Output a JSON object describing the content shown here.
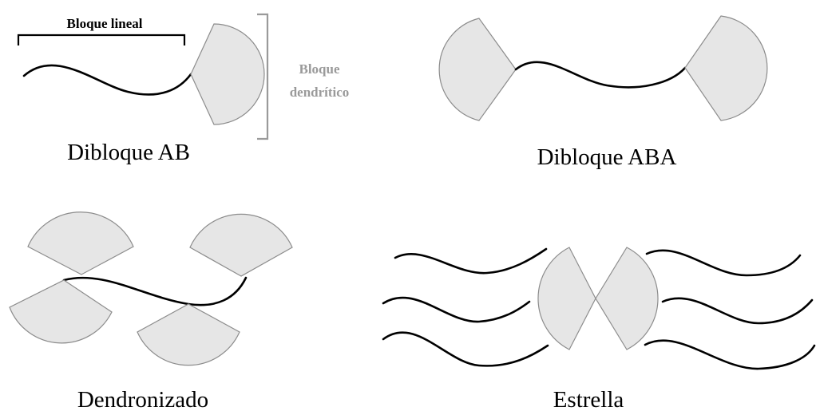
{
  "labels": {
    "linear_block": "Bloque lineal",
    "dendritic_block_line1": "Bloque",
    "dendritic_block_line2": "dendrítico"
  },
  "captions": {
    "diblock_ab": "Dibloque AB",
    "diblock_aba": "Dibloque ABA",
    "dendronized": "Dendronizado",
    "star": "Estrella"
  },
  "colors": {
    "dendron_fill": "#e6e6e6",
    "dendron_stroke": "#8c8c8c",
    "chain": "#000000",
    "dendritic_label": "#9a9a9a"
  }
}
